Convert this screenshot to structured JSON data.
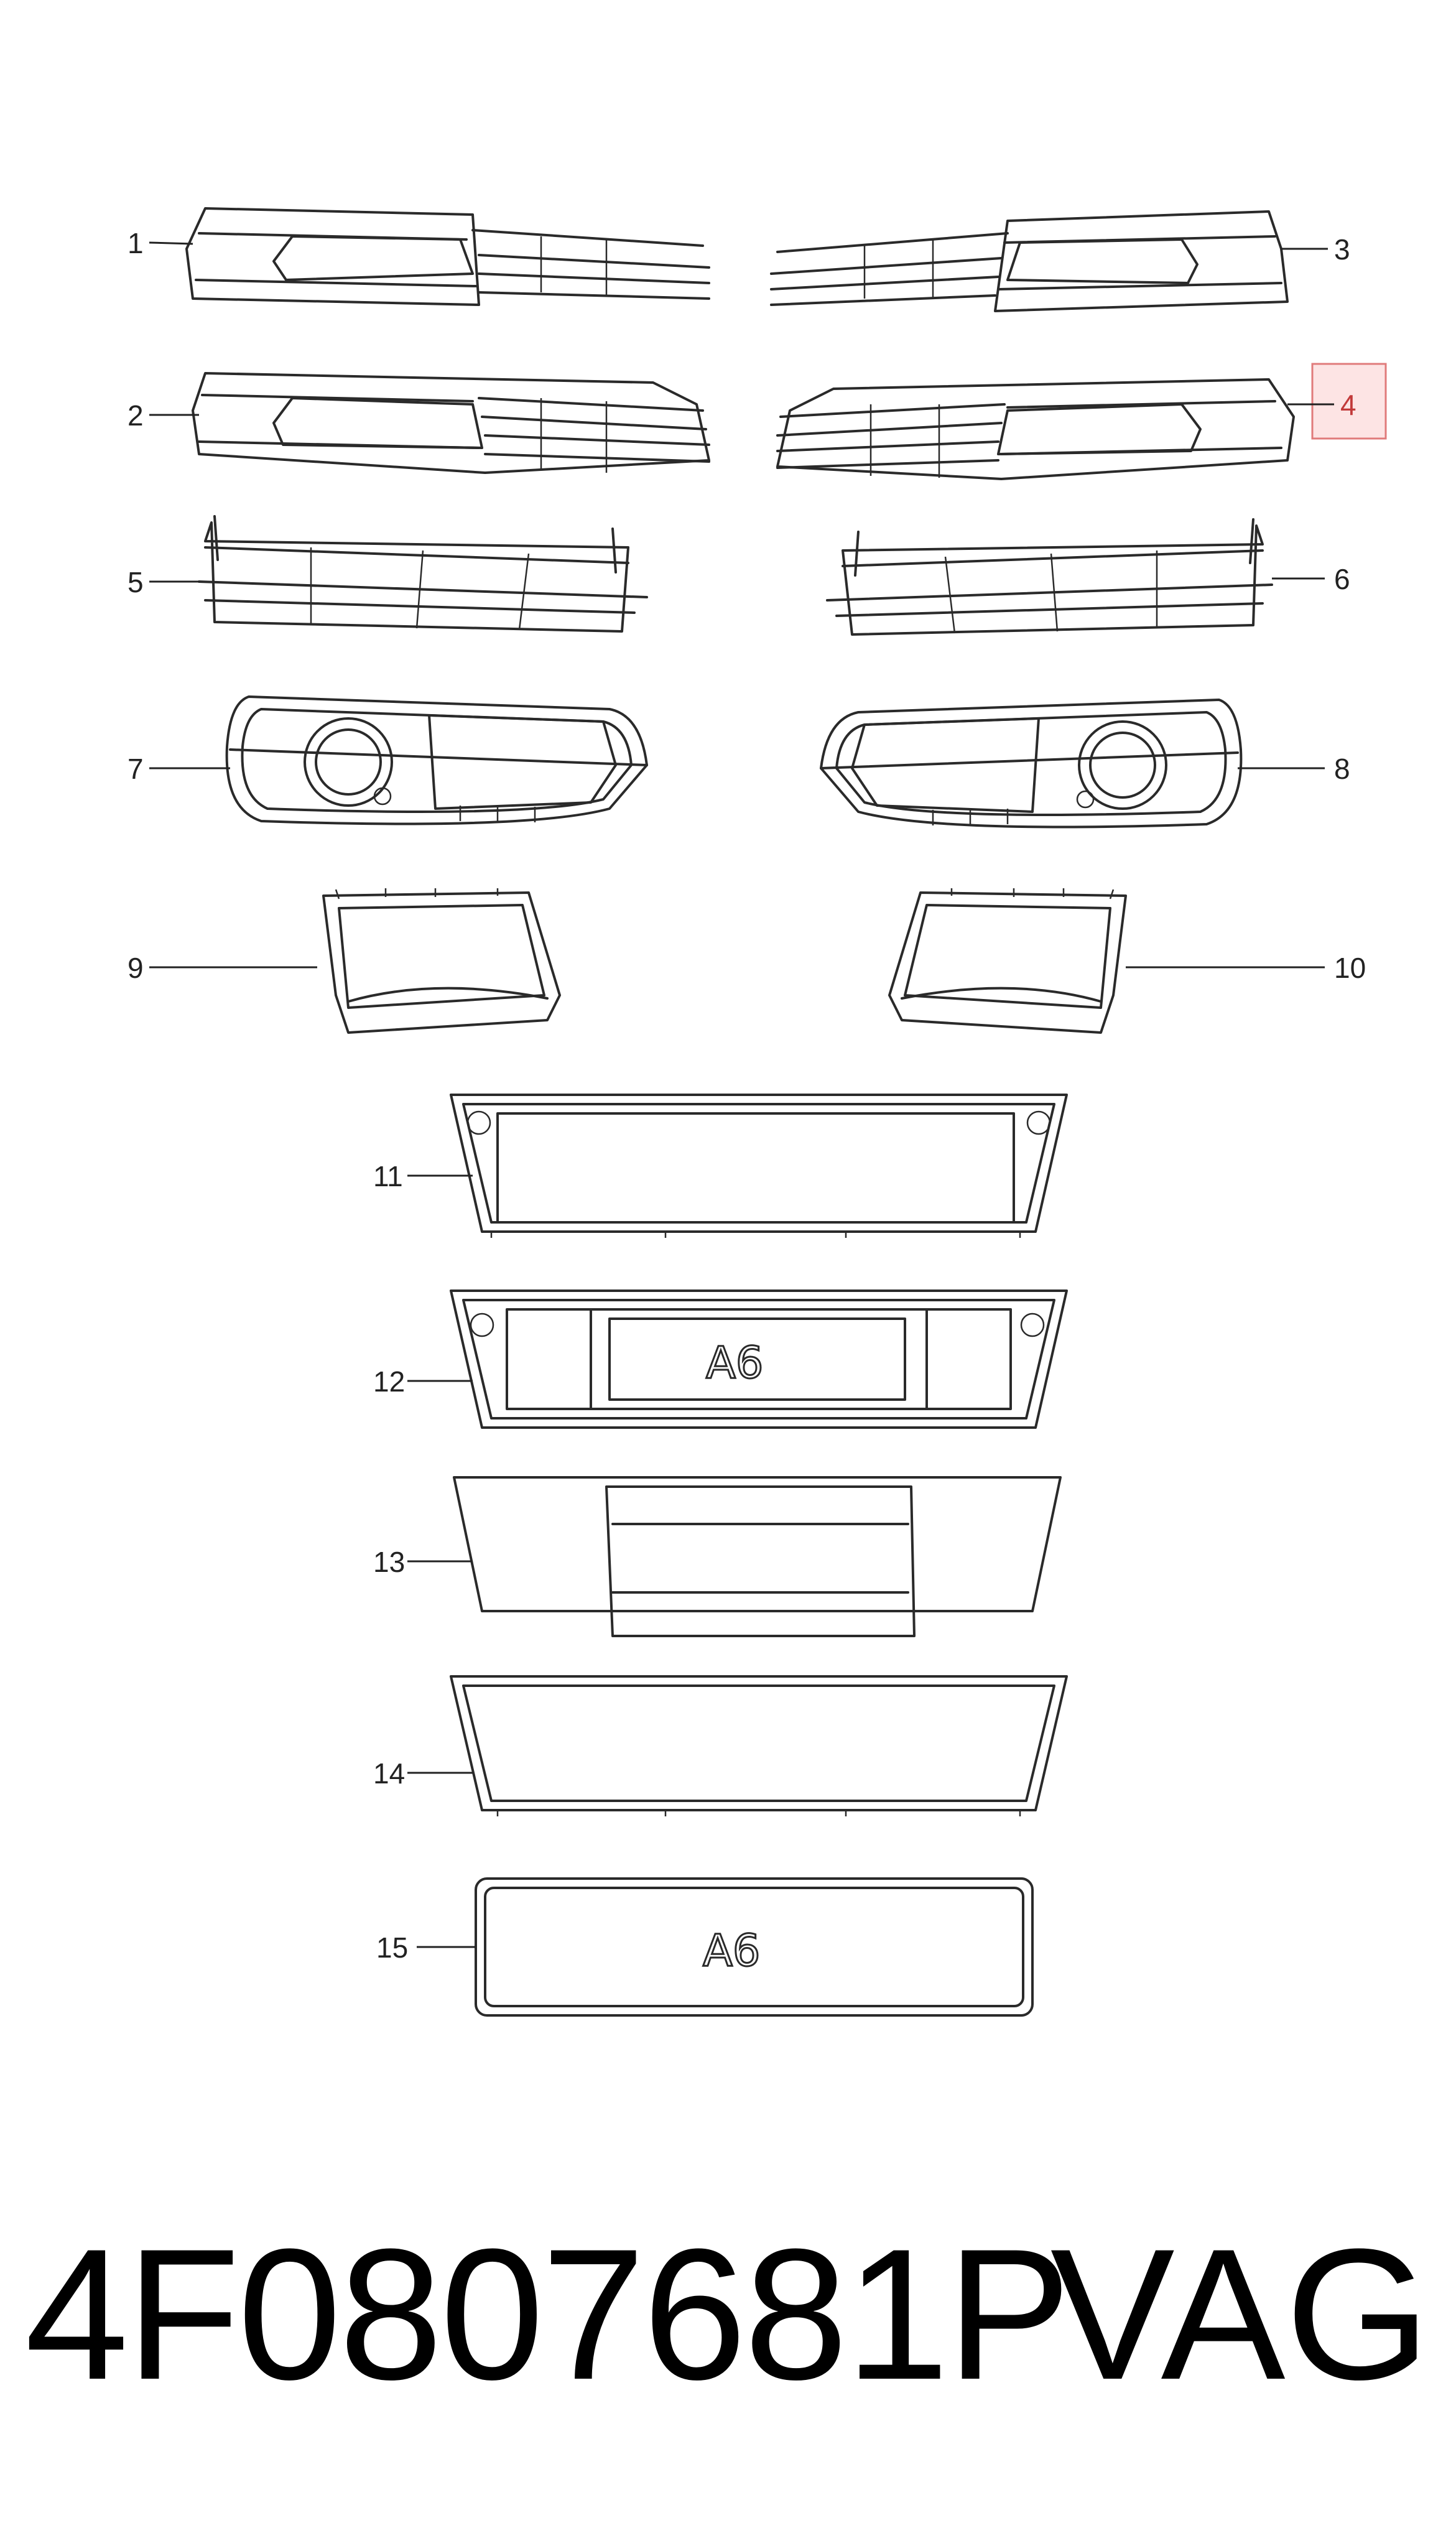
{
  "diagram": {
    "callouts": [
      "1",
      "2",
      "3",
      "4",
      "5",
      "6",
      "7",
      "8",
      "9",
      "10",
      "11",
      "12",
      "13",
      "14",
      "15"
    ],
    "highlighted_callout": "4",
    "emblem_text": "A6",
    "highlight_color": "#e07b7b"
  },
  "footer": {
    "part_number": "4F0807681P",
    "brand": "VAG"
  }
}
